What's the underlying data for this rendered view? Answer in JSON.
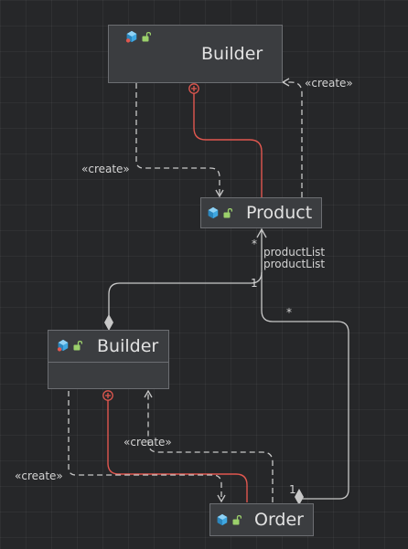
{
  "nodes": {
    "builder_top": {
      "name": "Builder"
    },
    "product": {
      "name": "Product"
    },
    "builder_mid": {
      "name": "Builder"
    },
    "order": {
      "name": "Order"
    }
  },
  "edge_labels": {
    "create_top_right": "«create»",
    "create_top_left": "«create»",
    "product_list_1": "productList",
    "product_list_2": "productList",
    "mult_star_product": "*",
    "mult_one_left": "1",
    "mult_star_right": "*",
    "create_bottom_mid": "«create»",
    "create_bottom_left": "«create»",
    "mult_one_order": "1"
  },
  "icons": {
    "class_icon": "class-cube-icon",
    "visibility_icon": "open-lock-icon"
  },
  "colors": {
    "background": "#262729",
    "node_fill": "#3b3d40",
    "node_border": "#6c6e72",
    "edge": "#c8c8c8",
    "nested_edge": "#e0574f",
    "cube_blue": "#3fa7e1",
    "lock_green": "#9bd06b"
  }
}
